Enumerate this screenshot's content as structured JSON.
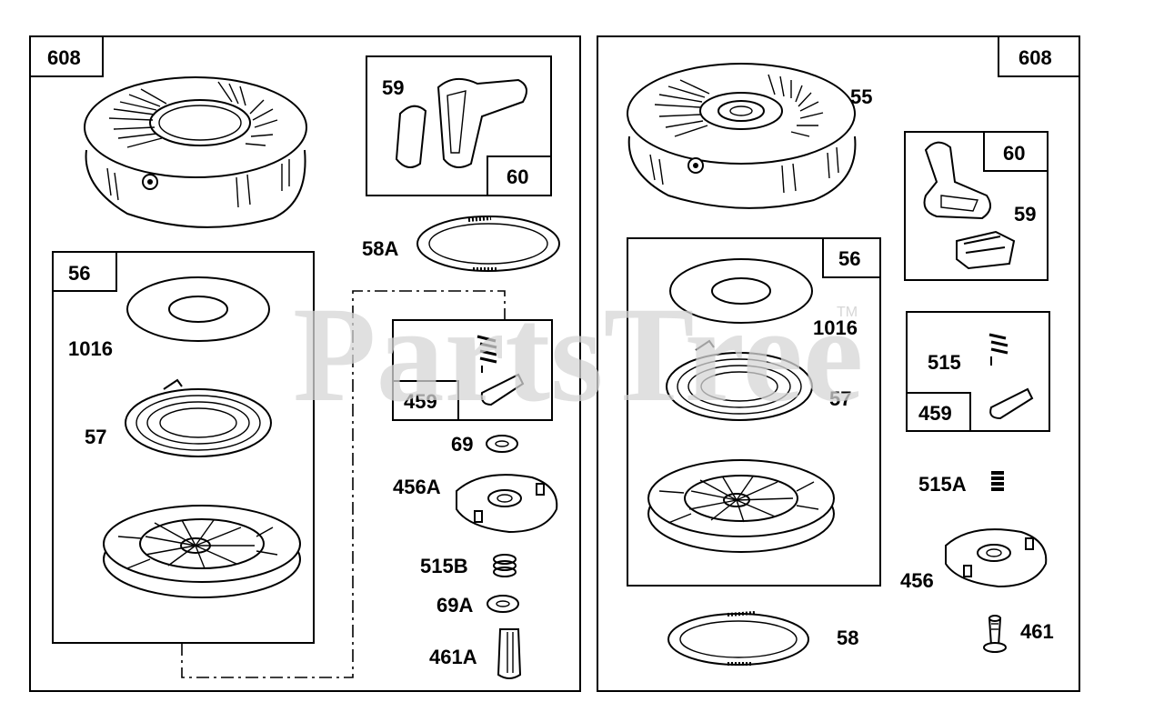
{
  "watermark": {
    "text": "PartsTree",
    "trademark": "TM"
  },
  "left_panel": {
    "assembly_label": "608",
    "kit_56_label": "56",
    "kit_60_label": "60",
    "kit_459_label": "459",
    "parts": {
      "p59": "59",
      "p58A": "58A",
      "p1016": "1016",
      "p57": "57",
      "p69": "69",
      "p456A": "456A",
      "p515B": "515B",
      "p69A": "69A",
      "p461A": "461A"
    }
  },
  "right_panel": {
    "assembly_label": "608",
    "kit_56_label": "56",
    "kit_60_label": "60",
    "kit_459_label": "459",
    "parts": {
      "p55": "55",
      "p59": "59",
      "p1016": "1016",
      "p57": "57",
      "p515": "515",
      "p515A": "515A",
      "p456": "456",
      "p58": "58",
      "p461": "461"
    }
  }
}
